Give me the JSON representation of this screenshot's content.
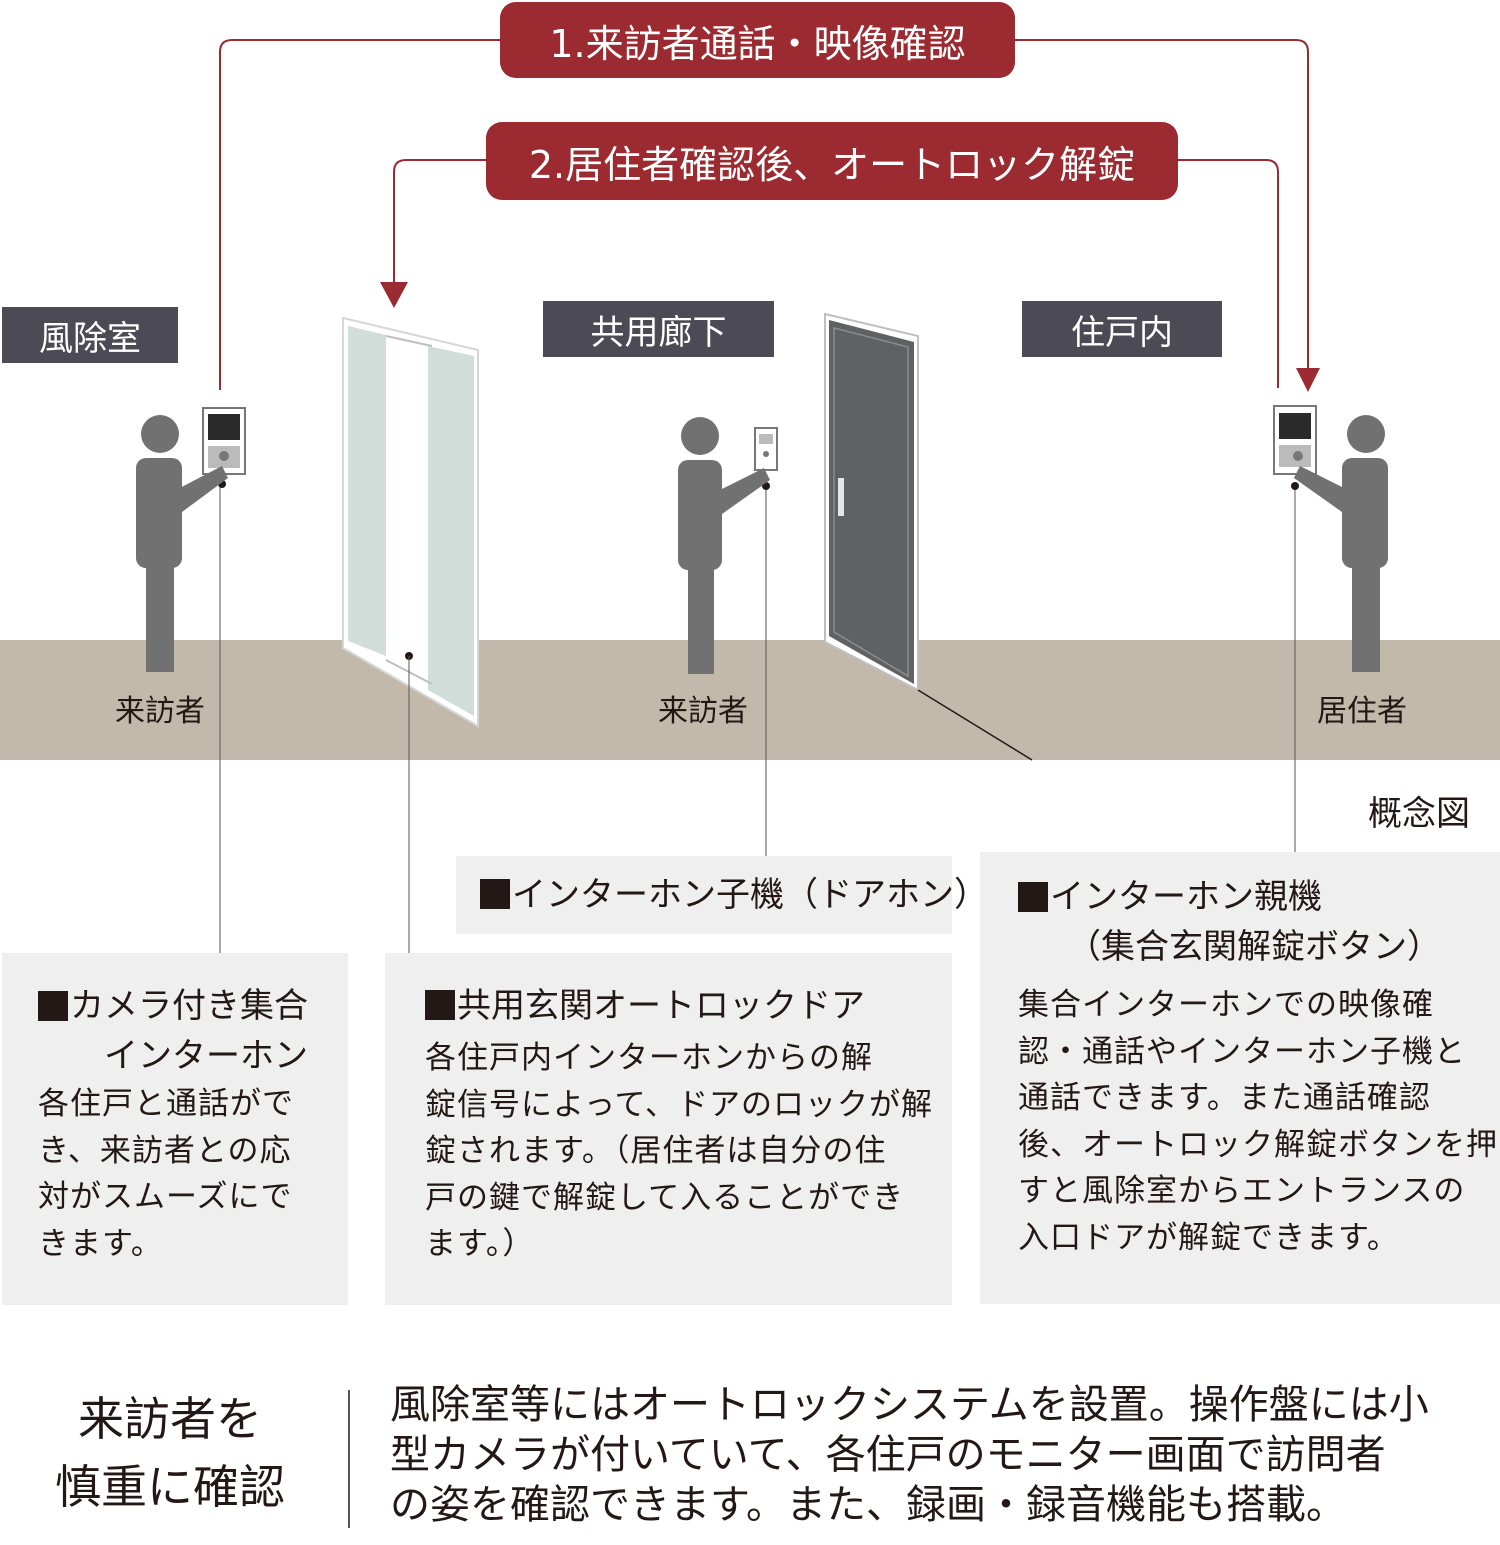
{
  "steps": {
    "step1": "1.来訪者通話・映像確認",
    "step2": "2.居住者確認後、オートロック解錠"
  },
  "zones": {
    "vestibule": "風除室",
    "corridor": "共用廊下",
    "unit": "住戸内"
  },
  "people": {
    "visitor_1": "来訪者",
    "visitor_2": "来訪者",
    "resident": "居住者"
  },
  "diagram_note": "概念図",
  "features": {
    "camera_intercom": {
      "title": "カメラ付き集合\n　インターホン",
      "body": "各住戸と通話がで\nき、来訪者との応\n対がスムーズにで\nきます。"
    },
    "auto_lock_door": {
      "title": "共用玄関オートロックドア",
      "body": "各住戸内インターホンからの解\n錠信号によって、ドアのロックが解\n錠されます。（居住者は自分の住\n戸の鍵で解錠して入ることができ\nます。）"
    },
    "door_phone": {
      "title": "インターホン子機（ドアホン）"
    },
    "master_unit": {
      "title": "インターホン親機\n　（集合玄関解錠ボタン）",
      "body": "集合インターホンでの映像確\n認・通話やインターホン子機と\n通話できます。また通話確認\n後、オートロック解錠ボタンを押\nすと風除室からエントランスの\n入口ドアが解錠できます。"
    }
  },
  "bottom": {
    "heading": "来訪者を\n慎重に確認",
    "body": "風除室等にはオートロックシステムを設置。操作盤には小\n型カメラが付いていて、各住戸のモニター画面で訪問者\nの姿を確認できます。また、録画・録音機能も搭載。"
  },
  "colors": {
    "accent": "#9b2b31",
    "zone_label_bg": "#4b4a55",
    "floor": "#c3b9ab",
    "figure": "#727171",
    "panel_bg": "#efefef"
  }
}
